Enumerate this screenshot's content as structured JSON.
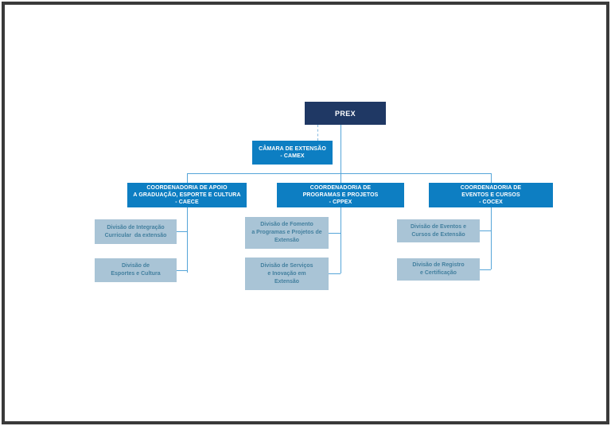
{
  "page": {
    "background": "#ffffff",
    "border_color": "#3a3a3a"
  },
  "org_chart": {
    "root": {
      "label": "PREX"
    },
    "camera": {
      "lines": [
        "CÂMARA DE EXTENSÃO",
        "- CAMEX"
      ]
    },
    "coordenadorias": [
      {
        "lines": [
          "COORDENADORIA DE APOIO",
          "A GRADUAÇÃO, ESPORTE E CULTURA",
          "- CAECE"
        ],
        "divisions": [
          {
            "lines": [
              "Divisão de Integração",
              "Curricular  da extensão"
            ]
          },
          {
            "lines": [
              "Divisão de",
              "Esportes e Cultura"
            ]
          }
        ]
      },
      {
        "lines": [
          "COORDENADORIA DE",
          "PROGRAMAS E PROJETOS",
          "- CPPEX"
        ],
        "divisions": [
          {
            "lines": [
              "Divisão de Fomento",
              "a Programas e Projetos de",
              "Extensão"
            ]
          },
          {
            "lines": [
              "Divisão de Serviços",
              "e Inovação em",
              "Extensão"
            ]
          }
        ]
      },
      {
        "lines": [
          "COORDENADORIA DE",
          "EVENTOS E CURSOS",
          "- COCEX"
        ],
        "divisions": [
          {
            "lines": [
              "Divisão de Eventos e",
              "Cursos de Extensão"
            ]
          },
          {
            "lines": [
              "Divisão de Registro",
              "e Certificação"
            ]
          }
        ]
      }
    ],
    "colors": {
      "page_border": "#3a3a3a",
      "root_box": "#1f3864",
      "level2_box": "#0d7ec2",
      "division_box": "#a9c4d6",
      "division_text": "#44809f",
      "connector": "#55a5d8",
      "connector_dashed": "#84b9e0"
    }
  }
}
